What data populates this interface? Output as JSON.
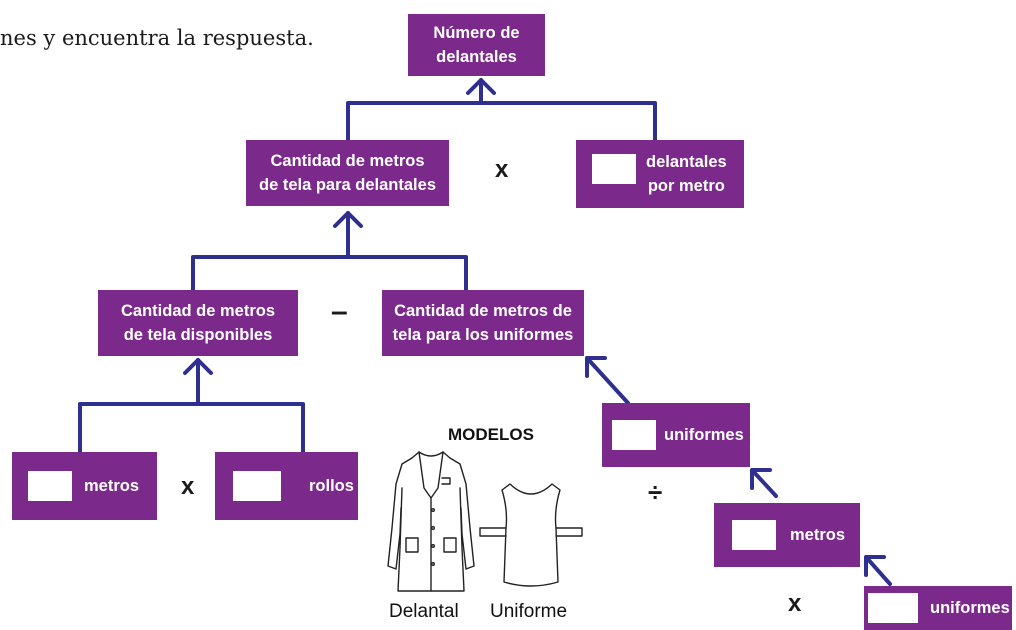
{
  "instruction": "nes y encuentra la respuesta.",
  "boxes": {
    "numero_delantales": {
      "line1": "Número de",
      "line2": "delantales"
    },
    "metros_delantales": {
      "line1": "Cantidad de metros",
      "line2": "de tela para delantales"
    },
    "delantales_por_metro": {
      "line1": "delantales",
      "line2": "por metro"
    },
    "metros_disponibles": {
      "line1": "Cantidad de metros",
      "line2": "de tela disponibles"
    },
    "metros_uniformes": {
      "line1": "Cantidad de metros de",
      "line2": "tela para los uniformes"
    },
    "metros_rollo": {
      "label": "metros"
    },
    "rollos": {
      "label": "rollos"
    },
    "uniformes_a": {
      "label": "uniformes"
    },
    "metros_b": {
      "label": "metros"
    },
    "uniformes_b": {
      "label": "uniformes"
    }
  },
  "operators": {
    "times_top": "x",
    "minus": "–",
    "times_bottom": "x",
    "divide": "÷",
    "times_right": "x"
  },
  "models": {
    "title": "MODELOS",
    "delantal": "Delantal",
    "uniforme": "Uniforme"
  },
  "colors": {
    "box": "#7b2a8c",
    "connector": "#2e2f8f"
  }
}
